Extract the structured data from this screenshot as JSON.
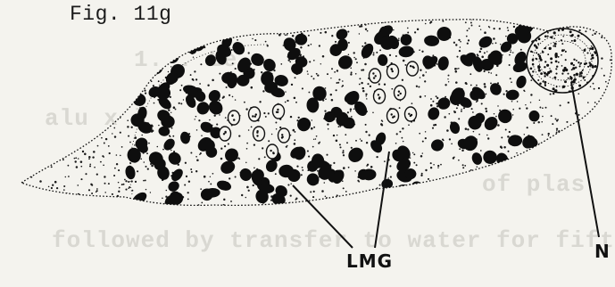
{
  "figure": {
    "title": "Fig. 11g",
    "labels": {
      "lmg": "LMG",
      "n": "N"
    }
  },
  "bleed_through": [
    "1. .  Le",
    "alu x l",
    "followed by transfer to water for fifte",
    "of plas"
  ]
}
